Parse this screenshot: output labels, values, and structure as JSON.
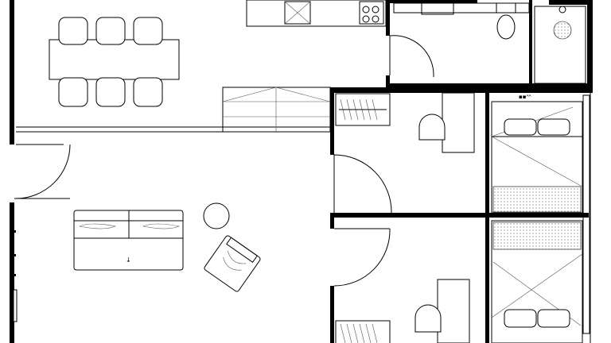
{
  "plan": {
    "colors": {
      "wall": "#000000",
      "line": "#000000",
      "thin": "#555555",
      "background": "#ffffff",
      "hatch": "#888888"
    },
    "rooms": [
      "dining",
      "kitchen",
      "living",
      "bathroom",
      "bedroom-1",
      "bedroom-2"
    ]
  }
}
